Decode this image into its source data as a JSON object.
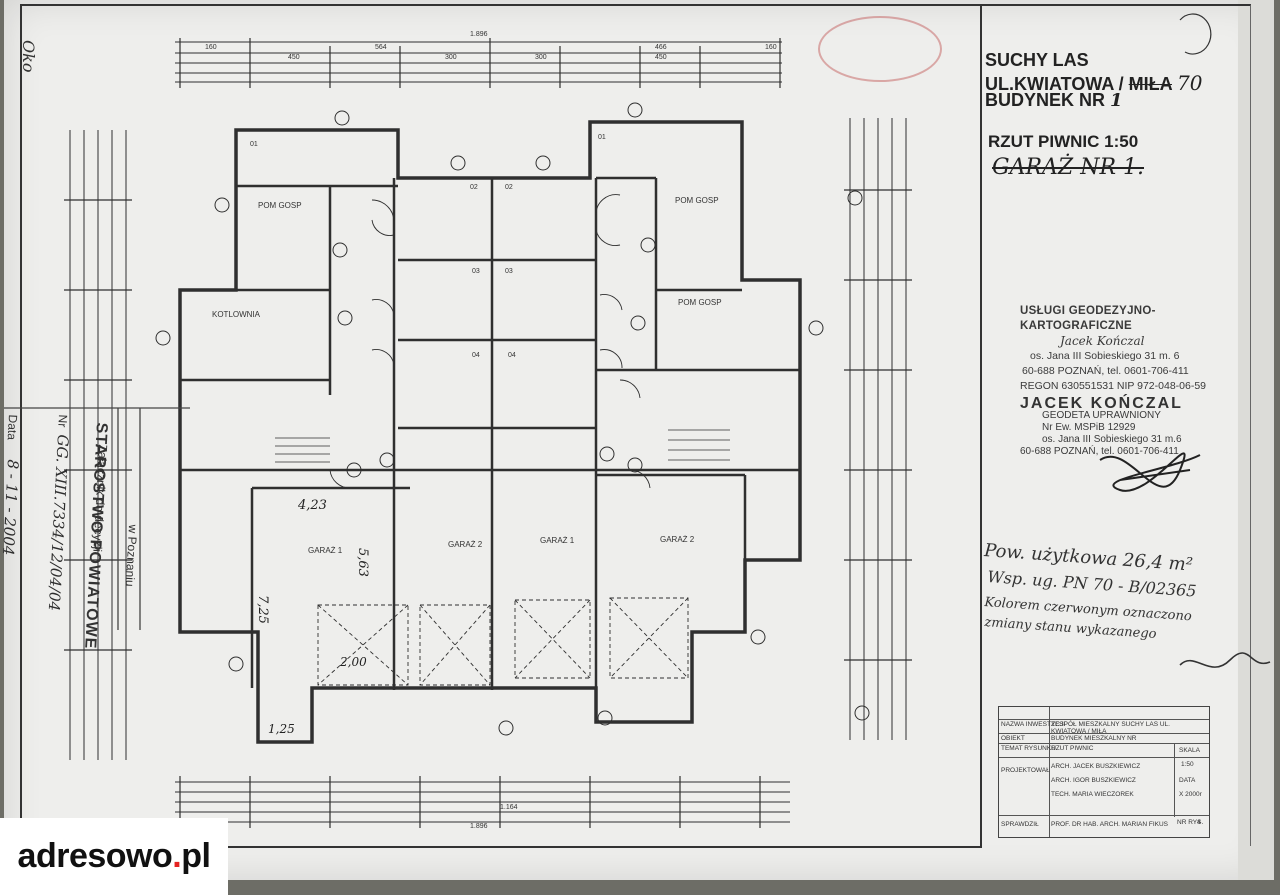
{
  "title_block": {
    "line1": "SUCHY LAS",
    "line2_prefix": "UL.KWIATOWA / ",
    "line2_struck": "MIŁA",
    "line2_hand": "70",
    "line3_prefix": "BUDYNEK NR ",
    "line3_hand": "1",
    "scale": "RZUT PIWNIC   1:50",
    "handwritten_struck": "GARAŻ NR 1."
  },
  "stamp_company": {
    "line1": "USŁUGI GEODEZYJNO-KARTOGRAFICZNE",
    "line2": "Jacek Kończal",
    "line3": "os. Jana III Sobieskiego 31 m. 6",
    "line4": "60-688 POZNAŃ, tel. 0601-706-411",
    "line5": "REGON 630551531  NIP 972-048-06-59"
  },
  "stamp_person": {
    "name": "JACEK KOŃCZAL",
    "line1": "GEODETA UPRAWNIONY",
    "line2": "Nr Ew. MSPiB 12929",
    "line3": "os. Jana III Sobieskiego 31 m.6",
    "line4": "60-688 POZNAŃ, tel. 0601-706-411"
  },
  "handwritten_notes": {
    "area": "Pow. użytkowa 26,4 m²",
    "ref": "Wsp. ug. PN 70 - B/02365",
    "note1": "Kolorem czerwonym oznaczono",
    "note2": "zmiany stanu wykazanego"
  },
  "left_stamp": {
    "office": "STAROSTWO POWIATOWE",
    "city": "w Poznaniu",
    "nr_label": "Nr",
    "nr_value": "GG. XIII.7334/12/04/04",
    "zal_label": "Załącznik do decyzji",
    "data_label": "Data",
    "data_value": "8 - 11 - 2004"
  },
  "corner_mark": "Oko",
  "table": {
    "row1_label": "NAZWA INWESTYCJI",
    "row1_value": "ZESPÓŁ MIESZKALNY SUCHY LAS UL. KWIATOWA / MIŁA",
    "row2_label": "OBIEKT",
    "row2_value": "BUDYNEK MIESZKALNY NR",
    "row3_label": "TEMAT RYSUNKU",
    "row3_value": "RZUT PIWNIC",
    "row4_label": "PROJEKTOWAŁ",
    "row4_v1": "ARCH. JACEK BUSZKIEWICZ",
    "row4_v2": "ARCH. IGOR BUSZKIEWICZ",
    "row4_v3": "TECH. MARIA WIECZOREK",
    "scale_label": "SKALA",
    "scale_value": "1:50",
    "data_label": "DATA",
    "data_value": "X 2000r",
    "row5_label": "SPRAWDZIŁ",
    "row5_value": "PROF. DR HAB. ARCH. MARIAN FIKUS",
    "nr_rys_label": "NR RYS.",
    "nr_rys_value": "4"
  },
  "rooms": {
    "pom_gosp_l": "POM GOSP",
    "pom_gosp_r1": "POM GOSP",
    "pom_gosp_r2": "POM GOSP",
    "kotlownia": "KOTLOWNIA",
    "garaz_1_l": "GARAŻ 1",
    "garaz_2_l": "GARAŻ 2",
    "garaz_1_r": "GARAŻ 1",
    "garaz_2_r": "GARAŻ 2",
    "c02a": "02",
    "c02b": "02",
    "c03a": "03",
    "c03b": "03",
    "c04a": "04",
    "c04b": "04",
    "c01a": "01",
    "c01b": "01"
  },
  "handwritten_dims": {
    "d1": "4,23",
    "d2": "5,63",
    "d3": "7,25",
    "d4": "2,00",
    "d5": "1,25"
  },
  "dims_top": {
    "total": "1.896",
    "parts_a": [
      "160",
      "564",
      "466",
      "160"
    ],
    "parts_b": [
      "450",
      "300",
      "300",
      "450"
    ]
  },
  "dims_bottom": {
    "total": "1.896",
    "sub": "1.164"
  },
  "logo": {
    "name": "adresowo",
    "dot": ".",
    "tld": "pl"
  },
  "colors": {
    "paper": "#eeeeec",
    "ink": "#2f2f2f",
    "logo_red": "#e52321"
  }
}
